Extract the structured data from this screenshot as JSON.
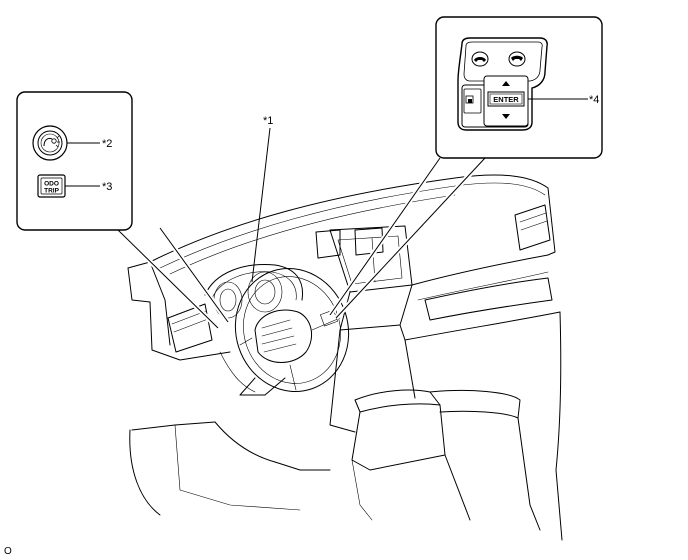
{
  "callouts": {
    "c1": "*1",
    "c2": "*2",
    "c3": "*3",
    "c4": "*4"
  },
  "buttons": {
    "odo_line1": "ODO",
    "odo_line2": "TRIP",
    "enter_label": "ENTER"
  },
  "figure_id": "O",
  "colors": {
    "line": "#000000",
    "background": "#ffffff",
    "panel_fill": "#d9d9d9"
  }
}
